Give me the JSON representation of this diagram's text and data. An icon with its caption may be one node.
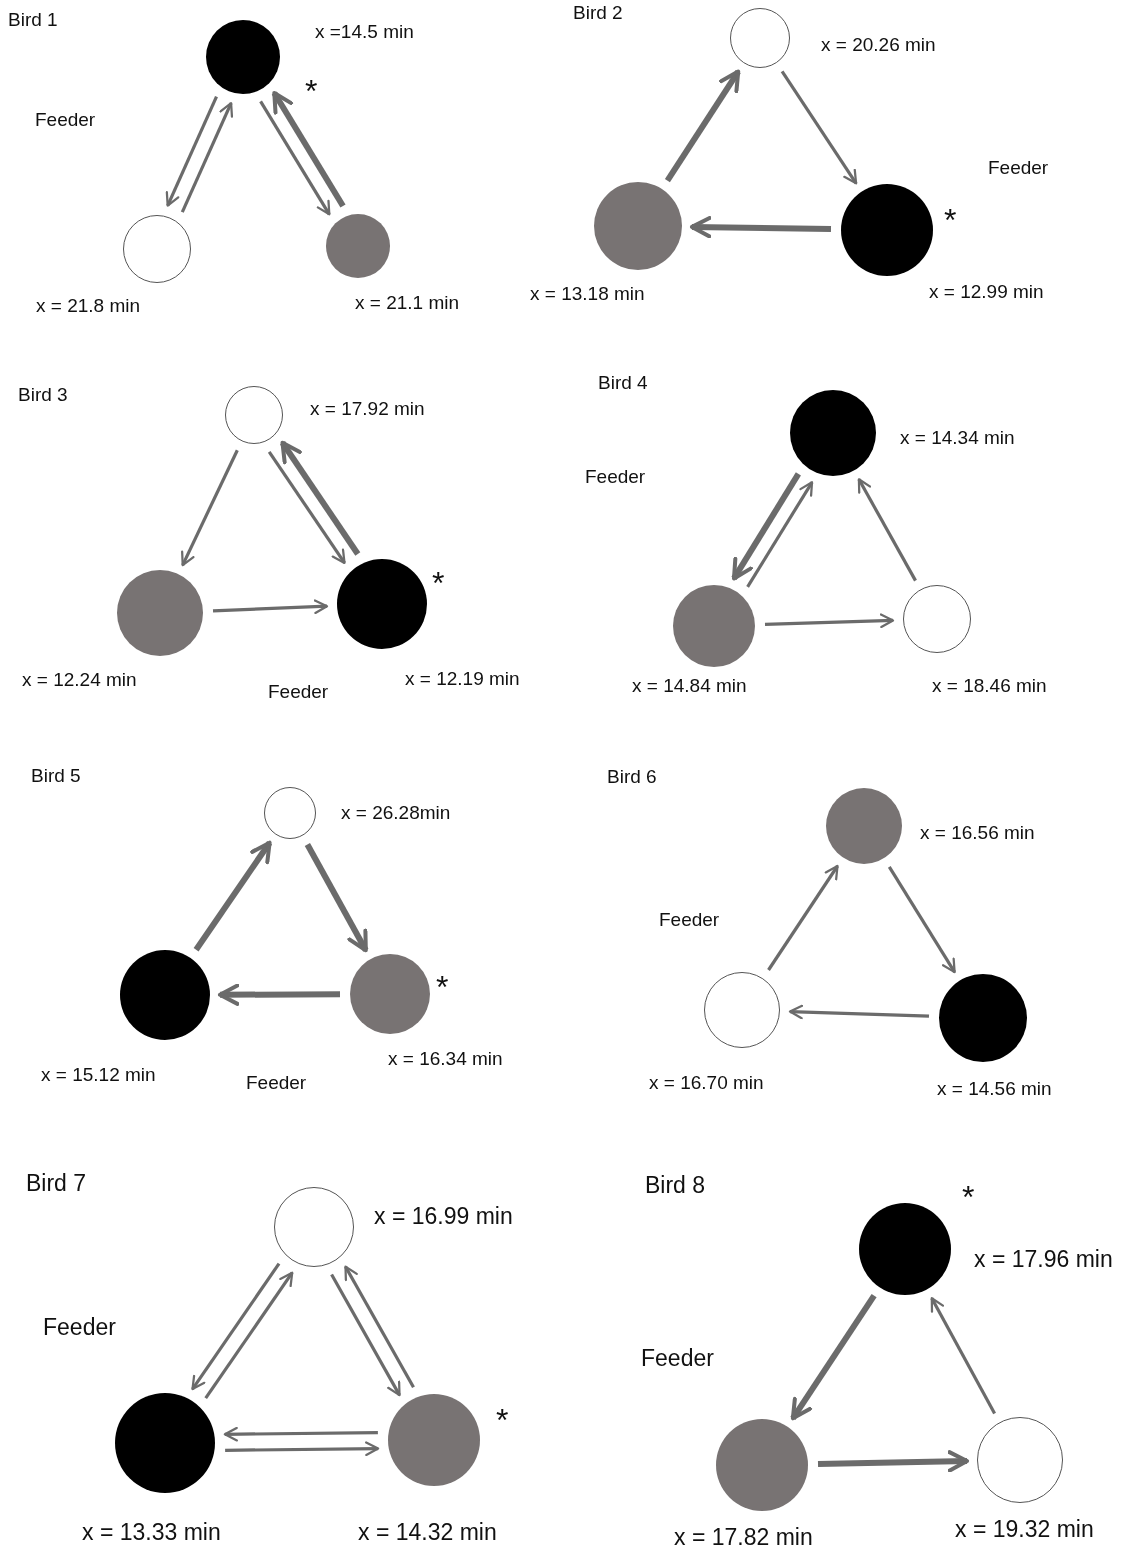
{
  "diagram": {
    "nodes": [
      {
        "text": [],
        "shape": "circle",
        "beside": [
          "x =14.5 min",
          "*"
        ]
      },
      {
        "text": [],
        "shape": "circle",
        "beside": [
          "x = 21.8 min"
        ]
      },
      {
        "text": [],
        "shape": "circle",
        "beside": [
          "x = 21.1 min"
        ]
      },
      {
        "text": [],
        "shape": "circle",
        "beside": [
          "x = 20.26 min"
        ]
      },
      {
        "text": [],
        "shape": "circle",
        "beside": [
          "x = 13.18 min"
        ]
      },
      {
        "text": [],
        "shape": "circle",
        "beside": [
          "x = 12.99 min",
          "*"
        ]
      },
      {
        "text": [],
        "shape": "circle",
        "beside": [
          "x = 17.92 min"
        ]
      },
      {
        "text": [],
        "shape": "circle",
        "beside": [
          "x = 12.24 min"
        ]
      },
      {
        "text": [],
        "shape": "circle",
        "beside": [
          "x = 12.19 min",
          "*"
        ]
      },
      {
        "text": [],
        "shape": "circle",
        "beside": [
          "x = 14.34 min"
        ]
      },
      {
        "text": [],
        "shape": "circle",
        "beside": [
          "x = 14.84 min"
        ]
      },
      {
        "text": [],
        "shape": "circle",
        "beside": [
          "x = 18.46 min"
        ]
      },
      {
        "text": [],
        "shape": "circle",
        "beside": [
          "x = 26.28min"
        ]
      },
      {
        "text": [],
        "shape": "circle",
        "beside": [
          "x = 15.12 min"
        ]
      },
      {
        "text": [],
        "shape": "circle",
        "beside": [
          "x = 16.34 min",
          "*"
        ]
      },
      {
        "text": [],
        "shape": "circle",
        "beside": [
          "x = 16.56 min"
        ]
      },
      {
        "text": [],
        "shape": "circle",
        "beside": [
          "x = 16.70 min"
        ]
      },
      {
        "text": [],
        "shape": "circle",
        "beside": [
          "x = 14.56 min"
        ]
      },
      {
        "text": [],
        "shape": "circle",
        "beside": [
          "x = 16.99 min"
        ]
      },
      {
        "text": [],
        "shape": "circle",
        "beside": [
          "x = 13.33 min"
        ]
      },
      {
        "text": [],
        "shape": "circle",
        "beside": [
          "x = 14.32 min",
          "*"
        ]
      },
      {
        "text": [],
        "shape": "circle",
        "beside": [
          "*",
          "x = 17.96 min"
        ]
      },
      {
        "text": [],
        "shape": "circle",
        "beside": [
          "x = 17.82 min"
        ]
      },
      {
        "text": [],
        "shape": "circle",
        "beside": [
          "x = 19.32 min"
        ]
      }
    ],
    "edges": [
      {
        "from": 0,
        "to": 1,
        "arrow": "to"
      },
      {
        "from": 1,
        "to": 0,
        "arrow": "to"
      },
      {
        "from": 2,
        "to": 0,
        "arrow": "to",
        "style": "thick"
      },
      {
        "from": 0,
        "to": 2,
        "arrow": "to"
      },
      {
        "from": 4,
        "to": 3,
        "arrow": "to",
        "style": "thick"
      },
      {
        "from": 3,
        "to": 5,
        "arrow": "to"
      },
      {
        "from": 5,
        "to": 4,
        "arrow": "to",
        "style": "thick"
      },
      {
        "from": 6,
        "to": 7,
        "arrow": "to"
      },
      {
        "from": 6,
        "to": 8,
        "arrow": "to"
      },
      {
        "from": 8,
        "to": 6,
        "arrow": "to",
        "style": "thick"
      },
      {
        "from": 7,
        "to": 8,
        "arrow": "to"
      },
      {
        "from": 9,
        "to": 10,
        "arrow": "to",
        "style": "thick"
      },
      {
        "from": 10,
        "to": 9,
        "arrow": "to"
      },
      {
        "from": 11,
        "to": 9,
        "arrow": "to"
      },
      {
        "from": 10,
        "to": 11,
        "arrow": "to"
      },
      {
        "from": 13,
        "to": 12,
        "arrow": "to",
        "style": "thick"
      },
      {
        "from": 12,
        "to": 14,
        "arrow": "to",
        "style": "thick"
      },
      {
        "from": 14,
        "to": 13,
        "arrow": "to",
        "style": "thick"
      },
      {
        "from": 16,
        "to": 15,
        "arrow": "to"
      },
      {
        "from": 15,
        "to": 17,
        "arrow": "to"
      },
      {
        "from": 17,
        "to": 16,
        "arrow": "to"
      },
      {
        "from": 18,
        "to": 19,
        "arrow": "to"
      },
      {
        "from": 19,
        "to": 18,
        "arrow": "to"
      },
      {
        "from": 20,
        "to": 18,
        "arrow": "to"
      },
      {
        "from": 18,
        "to": 20,
        "arrow": "to"
      },
      {
        "from": 19,
        "to": 20,
        "arrow": "to"
      },
      {
        "from": 20,
        "to": 19,
        "arrow": "to"
      },
      {
        "from": 21,
        "to": 22,
        "arrow": "to",
        "style": "thick"
      },
      {
        "from": 22,
        "to": 23,
        "arrow": "to",
        "style": "thick"
      },
      {
        "from": 23,
        "to": 21,
        "arrow": "to"
      }
    ],
    "labels": [
      "Bird 1",
      "Feeder",
      "Bird 2",
      "Feeder",
      "Bird 3",
      "Feeder",
      "Bird 4",
      "Feeder",
      "Bird 5",
      "Feeder",
      "Bird 6",
      "Feeder",
      "Bird 7",
      "Feeder",
      "Bird 8",
      "Feeder"
    ]
  }
}
